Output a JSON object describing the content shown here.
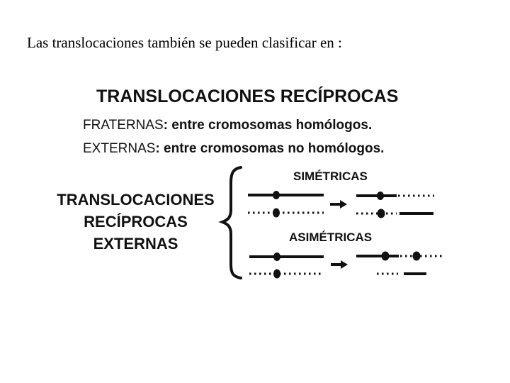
{
  "intro_text": "Las translocaciones también se pueden clasificar en :",
  "figure": {
    "main_title": "TRANSLOCACIONES RECÍPROCAS",
    "definitions": [
      {
        "term": "FRATERNAS",
        "text": ": entre cromosomas homólogos."
      },
      {
        "term": "EXTERNAS",
        "text": ": entre cromosomas no homólogos."
      }
    ],
    "left_title": [
      "TRANSLOCACIONES",
      "RECÍPROCAS",
      "EXTERNAS"
    ],
    "branches": [
      {
        "label": "SIMÉTRICAS",
        "before": [
          "solid chromosome with centromere",
          "dotted chromosome with centromere"
        ],
        "after": [
          "solid arm + centromere + dotted arm",
          "dotted arm + centromere + solid arm"
        ]
      },
      {
        "label": "ASIMÉTRICAS",
        "before": [
          "solid chromosome with centromere",
          "dotted chromosome with centromere"
        ],
        "after": [
          "dicentric: solid + centromere + dotted + centromere",
          "acentric fragment: dotted + solid"
        ]
      }
    ],
    "colors": {
      "ink": "#111111",
      "background": "#ffffff"
    }
  }
}
